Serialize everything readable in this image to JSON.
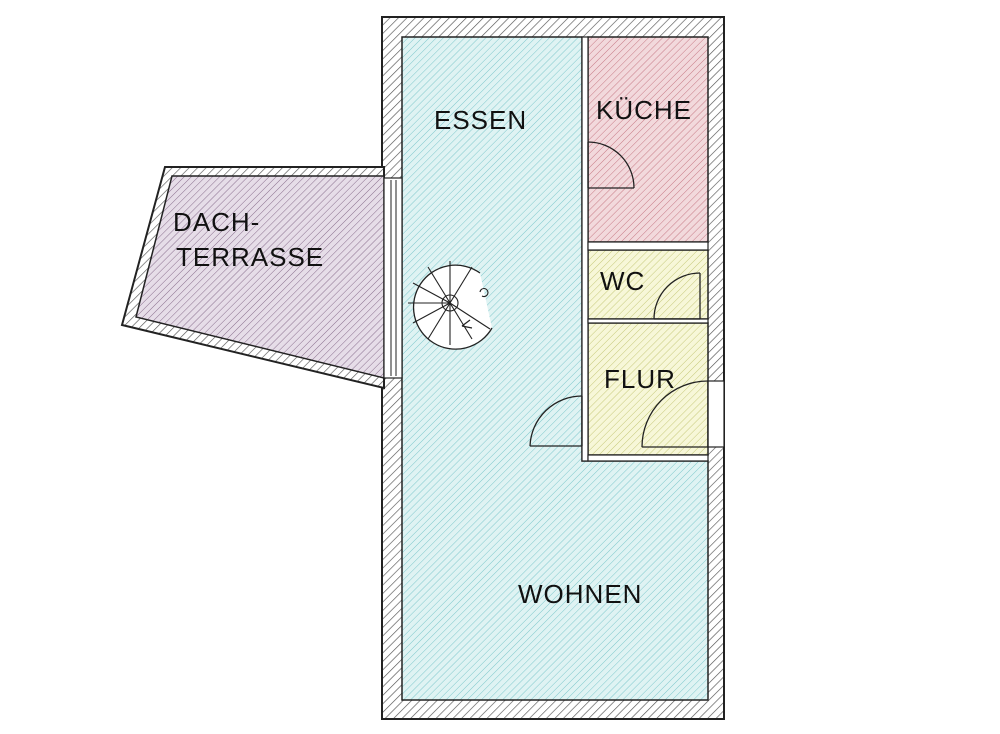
{
  "floor_plan": {
    "rooms": {
      "essen": {
        "label": "ESSEN"
      },
      "kueche": {
        "label": "KÜCHE"
      },
      "wc": {
        "label": "WC"
      },
      "flur": {
        "label": "FLUR"
      },
      "wohnen": {
        "label": "WOHNEN"
      },
      "dachterrasse": {
        "label_line1": "DACH-",
        "label_line2": "TERRASSE"
      }
    },
    "colors": {
      "wall_hatch": "#555555",
      "living_hatch": "#7fc8cc",
      "living_fill": "#dff3f3",
      "kitchen_hatch": "#c77a86",
      "kitchen_fill": "#f2d9dc",
      "service_hatch": "#c6c97a",
      "service_fill": "#f7f7d8",
      "terrace_hatch": "#8a6f8e",
      "terrace_fill": "#e6dde8"
    }
  }
}
